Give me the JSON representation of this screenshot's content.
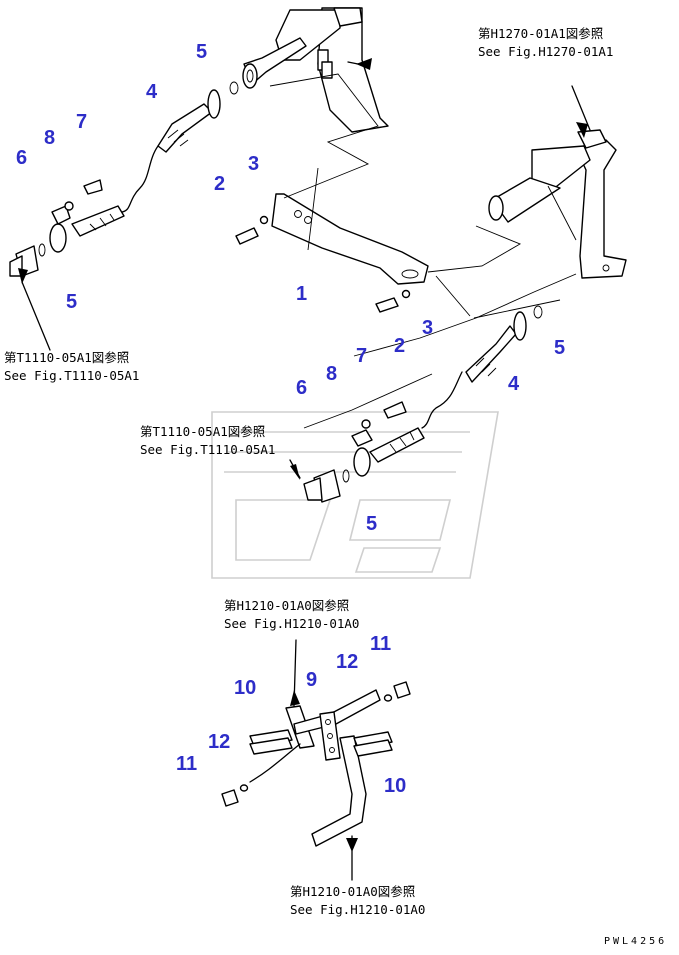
{
  "diagram": {
    "drawing_code": "PWL4256",
    "callouts": [
      {
        "id": "c1",
        "label": "1"
      },
      {
        "id": "c2a",
        "label": "2"
      },
      {
        "id": "c2b",
        "label": "2"
      },
      {
        "id": "c3a",
        "label": "3"
      },
      {
        "id": "c3b",
        "label": "3"
      },
      {
        "id": "c4a",
        "label": "4"
      },
      {
        "id": "c4b",
        "label": "4"
      },
      {
        "id": "c5a",
        "label": "5"
      },
      {
        "id": "c5b",
        "label": "5"
      },
      {
        "id": "c5c",
        "label": "5"
      },
      {
        "id": "c5d",
        "label": "5"
      },
      {
        "id": "c6a",
        "label": "6"
      },
      {
        "id": "c6b",
        "label": "6"
      },
      {
        "id": "c7a",
        "label": "7"
      },
      {
        "id": "c7b",
        "label": "7"
      },
      {
        "id": "c8a",
        "label": "8"
      },
      {
        "id": "c8b",
        "label": "8"
      },
      {
        "id": "c9",
        "label": "9"
      },
      {
        "id": "c10a",
        "label": "10"
      },
      {
        "id": "c10b",
        "label": "10"
      },
      {
        "id": "c11a",
        "label": "11"
      },
      {
        "id": "c11b",
        "label": "11"
      },
      {
        "id": "c12a",
        "label": "12"
      },
      {
        "id": "c12b",
        "label": "12"
      }
    ],
    "references": [
      {
        "id": "ref-h1270",
        "jp": "第H1270-01A1図参照",
        "en": "See Fig.H1270-01A1"
      },
      {
        "id": "ref-t1110-left",
        "jp": "第T1110-05A1図参照",
        "en": "See Fig.T1110-05A1"
      },
      {
        "id": "ref-t1110-center",
        "jp": "第T1110-05A1図参照",
        "en": "See Fig.T1110-05A1"
      },
      {
        "id": "ref-h1210-top",
        "jp": "第H1210-01A0図参照",
        "en": "See Fig.H1210-01A0"
      },
      {
        "id": "ref-h1210-bottom",
        "jp": "第H1210-01A0図参照",
        "en": "See Fig.H1210-01A0"
      }
    ]
  }
}
